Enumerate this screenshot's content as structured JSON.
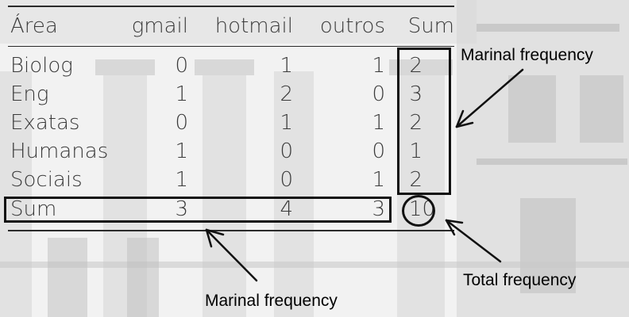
{
  "table": {
    "headers": [
      "Área",
      "gmail",
      "hotmail",
      "outros",
      "Sum"
    ],
    "rows": [
      [
        "Biolog",
        "0",
        "1",
        "1",
        "2"
      ],
      [
        "Eng",
        "1",
        "2",
        "0",
        "3"
      ],
      [
        "Exatas",
        "0",
        "1",
        "1",
        "2"
      ],
      [
        "Humanas",
        "1",
        "0",
        "0",
        "1"
      ],
      [
        "Sociais",
        "1",
        "0",
        "1",
        "2"
      ]
    ],
    "sum_row": [
      "Sum",
      "3",
      "4",
      "3",
      "10"
    ]
  },
  "annotations": {
    "marginal_right": "Marinal frequency",
    "marginal_bottom": "Marinal frequency",
    "total": "Total frequency"
  }
}
